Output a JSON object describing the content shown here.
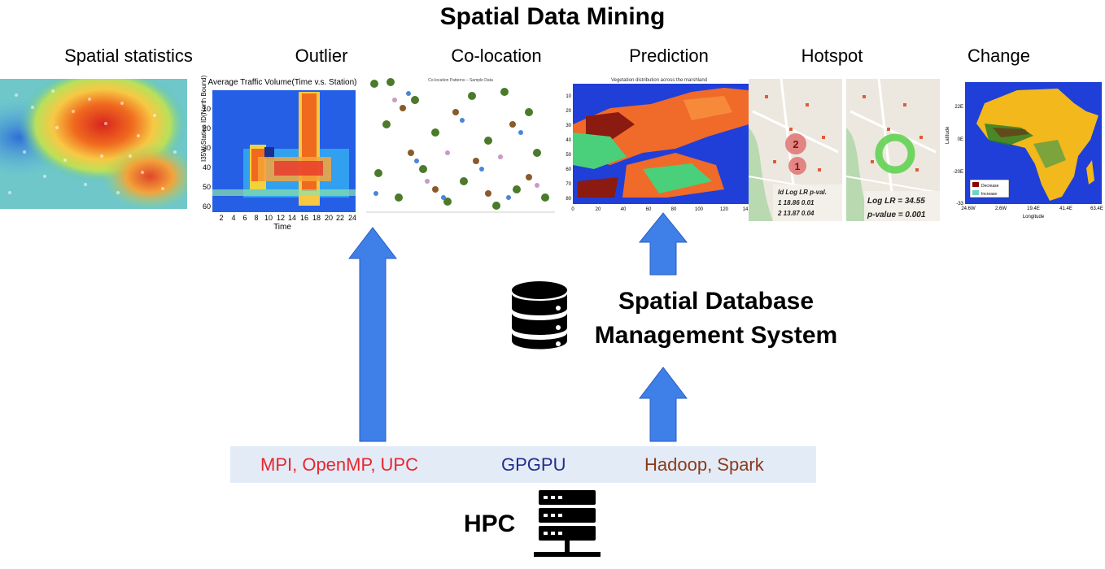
{
  "diagram": {
    "title": "Spatial Data Mining",
    "categories": [
      {
        "label": "Spatial statistics"
      },
      {
        "label": "Outlier"
      },
      {
        "label": "Co-location"
      },
      {
        "label": "Prediction"
      },
      {
        "label": "Hotspot"
      },
      {
        "label": "Change"
      }
    ],
    "outlier_chart": {
      "title": "Average Traffic Volume(Time v.s. Station)",
      "xlabel": "Time",
      "ylabel": "I35W Station ID(North Bound)",
      "x_ticks": [
        "2",
        "4",
        "6",
        "8",
        "10",
        "12",
        "14",
        "16",
        "18",
        "20",
        "22",
        "24"
      ],
      "y_ticks": [
        "10",
        "20",
        "30",
        "40",
        "50",
        "60"
      ]
    },
    "colocation_chart": {
      "title": "Co-location Patterns – Sample Data"
    },
    "prediction_chart": {
      "title": "Vegetation distribution across the marshland",
      "x_ticks": [
        "0",
        "20",
        "40",
        "60",
        "80",
        "100",
        "120",
        "14"
      ],
      "y_ticks": [
        "10",
        "20",
        "30",
        "40",
        "50",
        "60",
        "70",
        "80"
      ]
    },
    "hotspot": {
      "marker_1": "1",
      "marker_2": "2",
      "table_header": "Id  Log LR  p-val.",
      "table_row_1": "1  18.86  0.01",
      "table_row_2": "2  13.87  0.04",
      "lr_text": "Log LR = 34.55",
      "p_text": "p-value = 0.001"
    },
    "change_chart": {
      "ylabel": "Latitude",
      "xlabel": "Longitude",
      "y_ticks": [
        "22E",
        "0E",
        "-20E",
        "-33"
      ],
      "x_ticks": [
        "24.6W",
        "2.6W",
        "19.4E",
        "41.4E",
        "63.4E"
      ],
      "legend": [
        {
          "label": "Decrease",
          "color": "#8b0000"
        },
        {
          "label": "Increase",
          "color": "#6fd3c8"
        }
      ]
    },
    "dbms": {
      "line1": "Spatial Database",
      "line2": "Management System",
      "icon": "database-icon"
    },
    "hpc": {
      "label": "HPC",
      "icon": "server-rack-icon",
      "items": [
        {
          "label": "MPI, OpenMP, UPC",
          "color": "#e8262d"
        },
        {
          "label": "GPGPU",
          "color": "#1f2e8c"
        },
        {
          "label": "Hadoop, Spark",
          "color": "#8b3a1a"
        }
      ]
    },
    "colors": {
      "arrow": "#3f7fe8",
      "bar_bg": "#e3ebf7"
    }
  }
}
